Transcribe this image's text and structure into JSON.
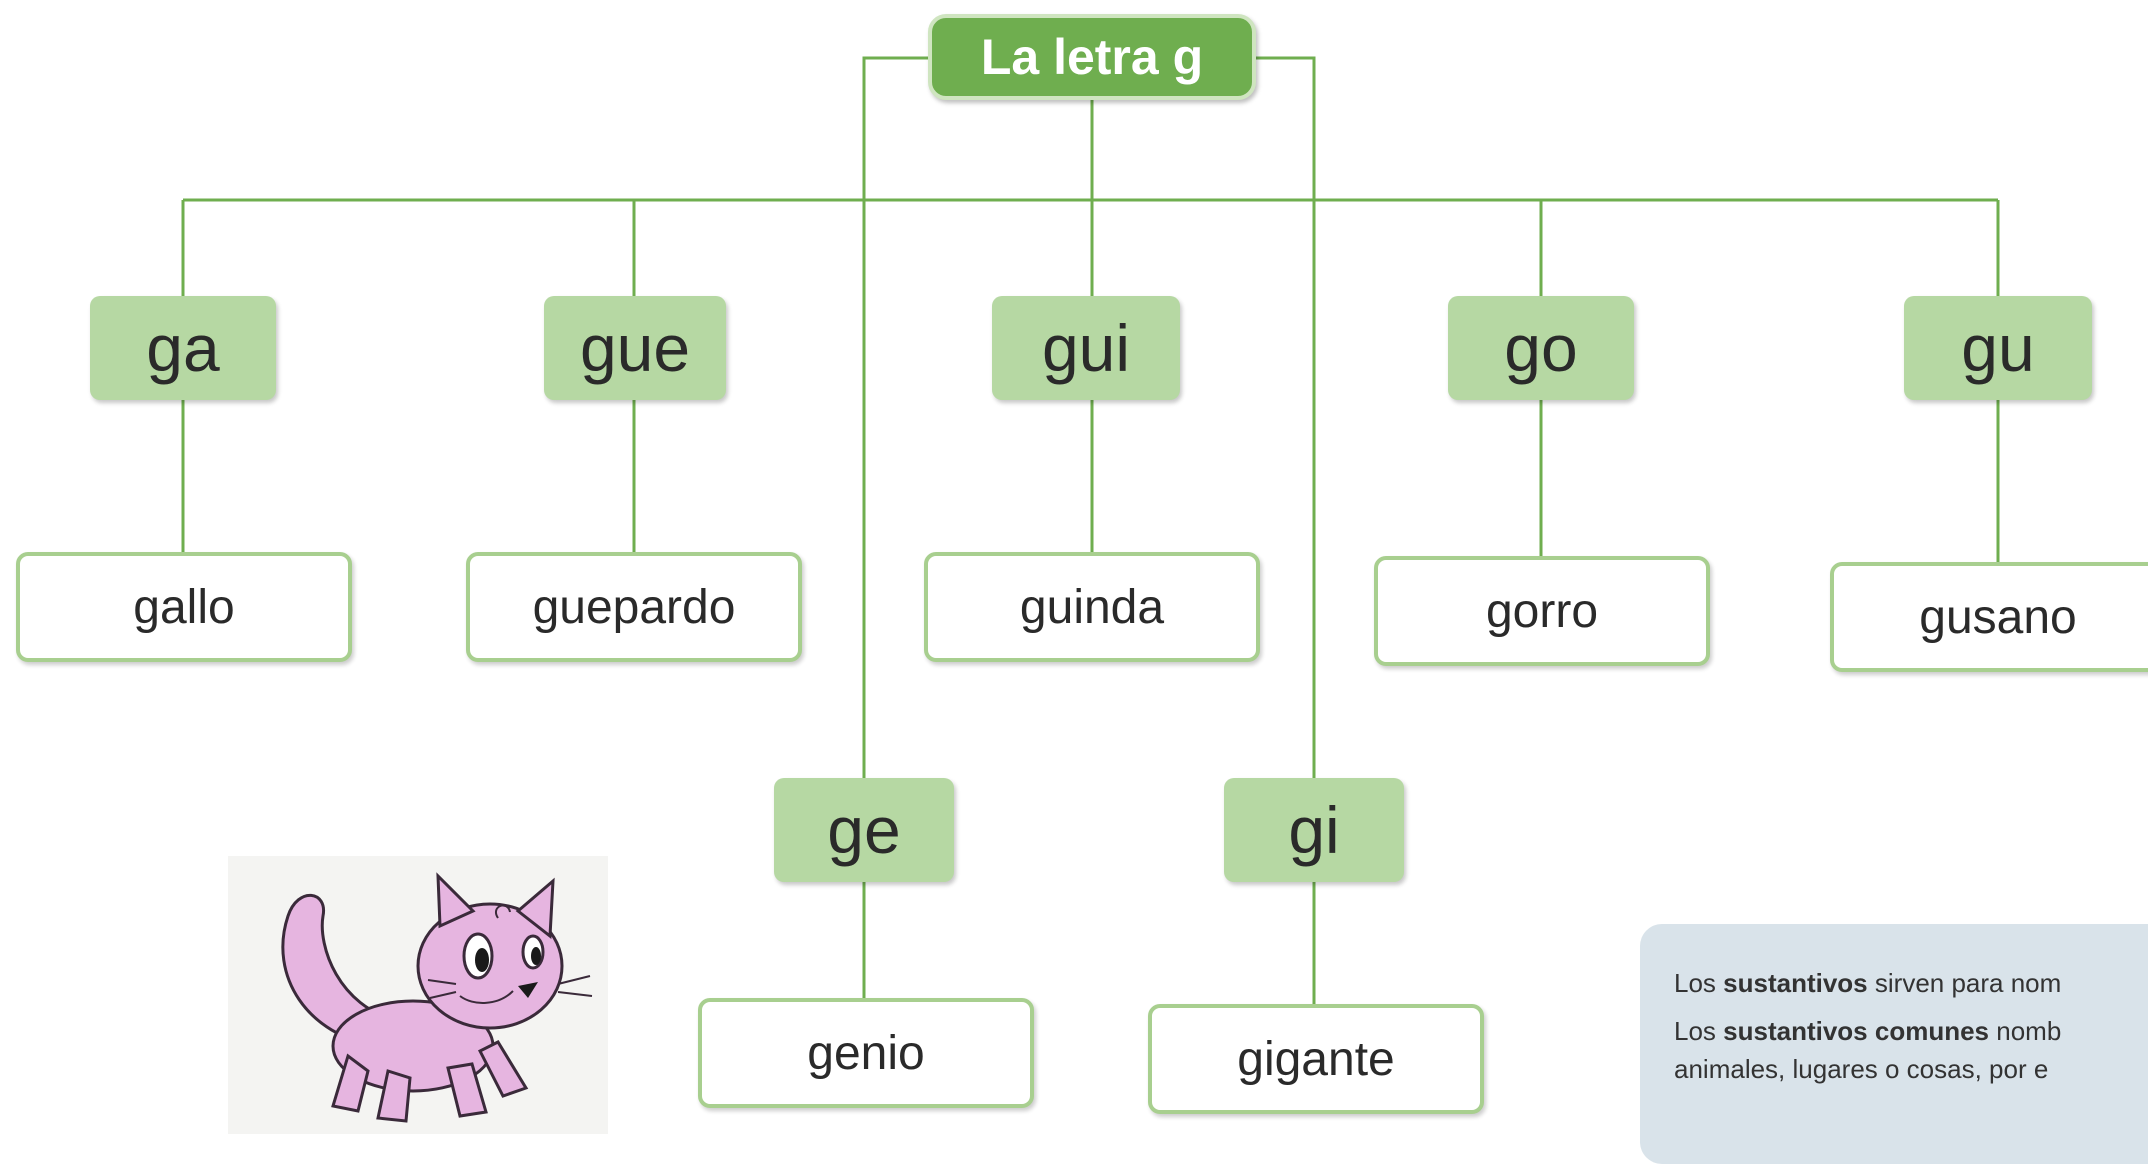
{
  "diagram": {
    "title": "La letra g",
    "syllables": [
      {
        "id": "ga",
        "label": "ga",
        "word": "gallo"
      },
      {
        "id": "gue",
        "label": "gue",
        "word": "guepardo"
      },
      {
        "id": "gui",
        "label": "gui",
        "word": "guinda"
      },
      {
        "id": "go",
        "label": "go",
        "word": "gorro"
      },
      {
        "id": "gu",
        "label": "gu",
        "word": "gusano"
      },
      {
        "id": "ge",
        "label": "ge",
        "word": "genio"
      },
      {
        "id": "gi",
        "label": "gi",
        "word": "gigante"
      }
    ]
  },
  "info_box": {
    "line1_pre": "Los ",
    "line1_bold": "sustantivos",
    "line1_post": " sirven para nom",
    "line2_pre": "Los ",
    "line2_bold": "sustantivos comunes",
    "line2_post": " nomb",
    "line3": "animales, lugares o cosas, por e"
  },
  "colors": {
    "line": "#6fae4f",
    "title_bg": "#6fae4f",
    "syllable_bg": "#b6d8a3",
    "word_border": "#a8cf8f",
    "info_bg": "#d9e3ea"
  }
}
